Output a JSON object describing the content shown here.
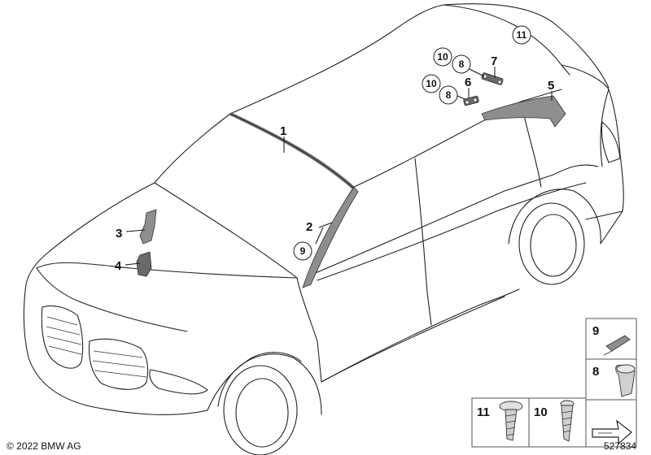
{
  "callouts": {
    "c1": "1",
    "c2": "2",
    "c3": "3",
    "c4": "4",
    "c5": "5",
    "c6": "6",
    "c7": "7",
    "c8a": "8",
    "c8b": "8",
    "c9": "9",
    "c10a": "10",
    "c10b": "10",
    "c11": "11"
  },
  "legend": {
    "item9": "9",
    "item8": "8",
    "item11": "11",
    "item10": "10"
  },
  "footer": {
    "copyright": "© 2022 BMW AG",
    "diagram_number": "527834"
  },
  "colors": {
    "line": "#222222",
    "part_fill": "#8e8e8e",
    "box_stroke": "#555555"
  }
}
